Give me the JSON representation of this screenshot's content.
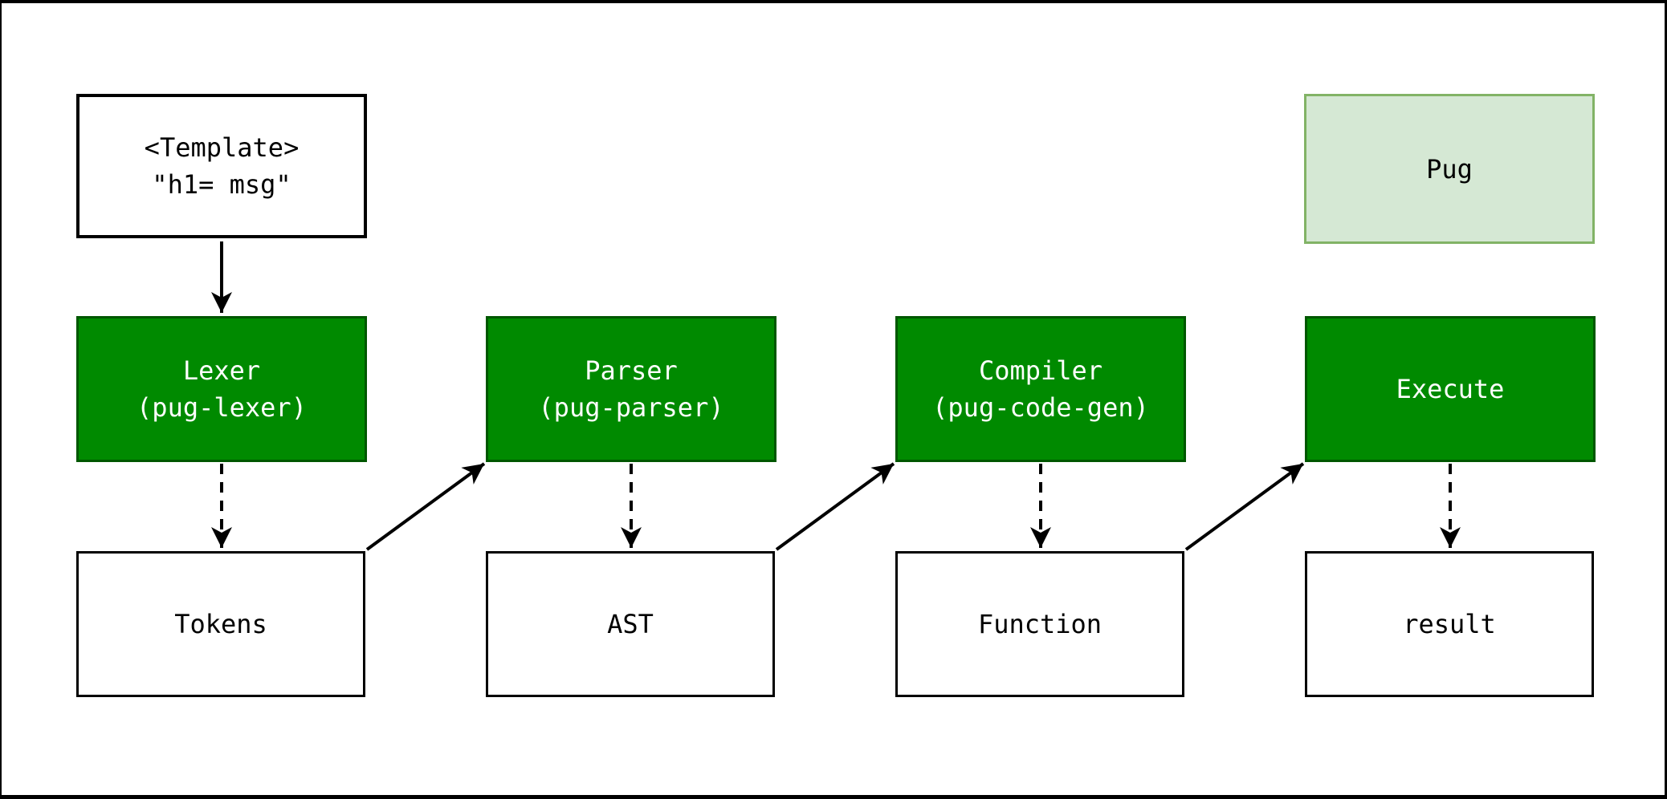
{
  "nodes": {
    "template": {
      "line1": "<Template>",
      "line2": "\"h1= msg\""
    },
    "pug": {
      "label": "Pug"
    },
    "lexer": {
      "title": "Lexer",
      "subtitle": "(pug-lexer)"
    },
    "parser": {
      "title": "Parser",
      "subtitle": "(pug-parser)"
    },
    "compiler": {
      "title": "Compiler",
      "subtitle": "(pug-code-gen)"
    },
    "execute": {
      "title": "Execute"
    },
    "tokens": {
      "label": "Tokens"
    },
    "ast": {
      "label": "AST"
    },
    "function": {
      "label": "Function"
    },
    "result": {
      "label": "result"
    }
  },
  "edges": [
    {
      "from": "template",
      "to": "lexer",
      "style": "solid"
    },
    {
      "from": "lexer",
      "to": "tokens",
      "style": "dashed"
    },
    {
      "from": "tokens",
      "to": "parser",
      "style": "solid"
    },
    {
      "from": "parser",
      "to": "ast",
      "style": "dashed"
    },
    {
      "from": "ast",
      "to": "compiler",
      "style": "solid"
    },
    {
      "from": "compiler",
      "to": "function",
      "style": "dashed"
    },
    {
      "from": "function",
      "to": "execute",
      "style": "solid"
    },
    {
      "from": "execute",
      "to": "result",
      "style": "dashed"
    }
  ],
  "colors": {
    "stage_fill": "#008a00",
    "stage_border": "#005700",
    "stage_text": "#ffffff",
    "pug_fill": "#d5e8d4",
    "pug_border": "#82b366",
    "box_fill": "#ffffff",
    "box_border": "#000000",
    "arrow": "#000000",
    "frame": "#000000"
  }
}
